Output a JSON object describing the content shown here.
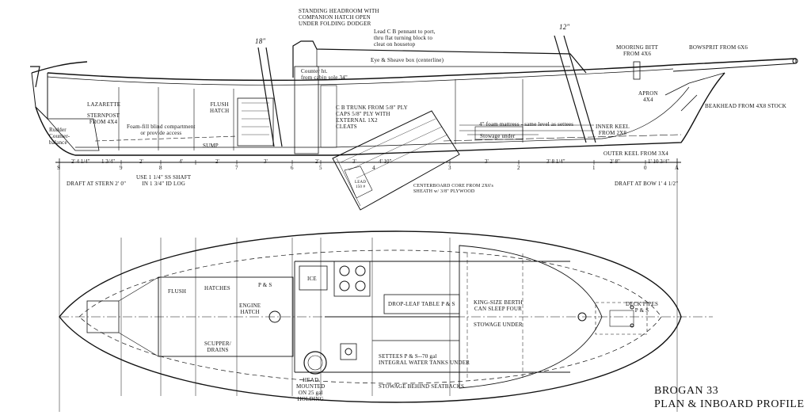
{
  "title": {
    "line1": "BROGAN 33",
    "line2": "PLAN & INBOARD PROFILE"
  },
  "profile_labels": {
    "headroom": "STANDING HEADROOM WITH\nCOMPANION HATCH OPEN\nUNDER FOLDING DODGER",
    "pennant": "Lead C B pennant to port,\nthru flat turning block to\ncleat on housetop",
    "sheave": "Eye & Sheave box (centerline)",
    "counter": "Counter ht.\nfrom cabin sole 34\"",
    "trunk": "C B TRUNK FROM 5/8\" PLY\nCAPS 5/8\" PLY WITH\nEXTERNAL 1X2\nCLEATS",
    "mattress": "4\" foam mattress - same level as settees",
    "stowage": "Stowage under",
    "mooring": "MOORING BITT\nFROM 4X6",
    "bowsprit": "BOWSPRIT FROM 6X6",
    "apron": "APRON\n4X4",
    "beakhead": "BEAKHEAD FROM 4X8 STOCK",
    "inner_keel": "INNER KEEL\nFROM 2X8",
    "outer_keel": "OUTER KEEL FROM 3X4",
    "lazarette": "LAZARETTE",
    "sternpost": "STERNPOST\nFROM 4X4",
    "rudder": "Rudder\nCounter-\nbalance",
    "foam": "Foam-fill blind compartment\nor provide access",
    "flush_hatch": "FLUSH\nHATCH",
    "sump": "SUMP",
    "shaft": "USE 1 1/4\" SS SHAFT\nIN 1 3/4\" ID LOG",
    "draft_stern": "DRAFT AT STERN 2' 0\"",
    "draft_bow": "DRAFT AT BOW 1' 4 1/2\"",
    "centerboard": "CENTERBOARD CORE FROM 2X6's\nSHEATH w/ 3/8\" PLYWOOD",
    "lead": "LEAD\n150 #",
    "mast_aft": "18\"",
    "mast_fwd": "12\""
  },
  "dimensions": {
    "s": "S",
    "a": "A",
    "d1": "2' 4 1/4\"",
    "d2": "1 3/4\"",
    "d3": "1' 10 3/4\"",
    "d4": "2' 8\"",
    "d5": "3' 8 1/4\"",
    "d6": "4' 10\"",
    "d7": "2'",
    "d8": "3'",
    "d9": "4'",
    "d10": "8'",
    "d11": "2'",
    "d12": "3'",
    "d13": "2'",
    "d14": "3'",
    "d15": "3'",
    "stations": [
      "9",
      "8",
      "7",
      "6",
      "5",
      "4",
      "3",
      "2",
      "1",
      "0"
    ]
  },
  "plan_labels": {
    "flush": "FLUSH",
    "hatches": "HATCHES",
    "ps1": "P & S",
    "ice": "ICE",
    "engine": "ENGINE\nHATCH",
    "scupper": "SCUPPER/\nDRAINS",
    "drop_leaf": "DROP-LEAF TABLE P & S",
    "berth": "KING-SIZE BERTH\nCAN SLEEP FOUR",
    "stowage_under": "STOWAGE UNDER",
    "deck_pipes": "DECK PIPES\nP & S",
    "settees": "SETTEES P & S--70 gal\nINTEGRAL WATER TANKS UNDER",
    "head": "HEAD\nMOUNTED\nON 25 gal\nHOLDING",
    "stowage_seatbacks": "STOWAGE BEHIND SEATBACKS"
  }
}
